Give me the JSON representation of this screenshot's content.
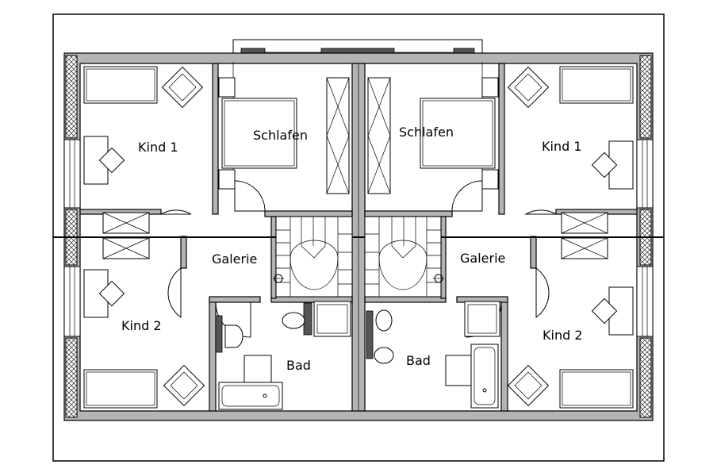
{
  "rooms": {
    "left": {
      "kind1": "Kind 1",
      "schlafen": "Schlafen",
      "galerie": "Galerie",
      "kind2": "Kind 2",
      "bad": "Bad"
    },
    "right": {
      "kind1": "Kind 1",
      "schlafen": "Schlafen",
      "galerie": "Galerie",
      "kind2": "Kind 2",
      "bad": "Bad"
    }
  },
  "colors": {
    "wall": "#b4b4b4",
    "line": "#000000",
    "background": "#ffffff"
  }
}
